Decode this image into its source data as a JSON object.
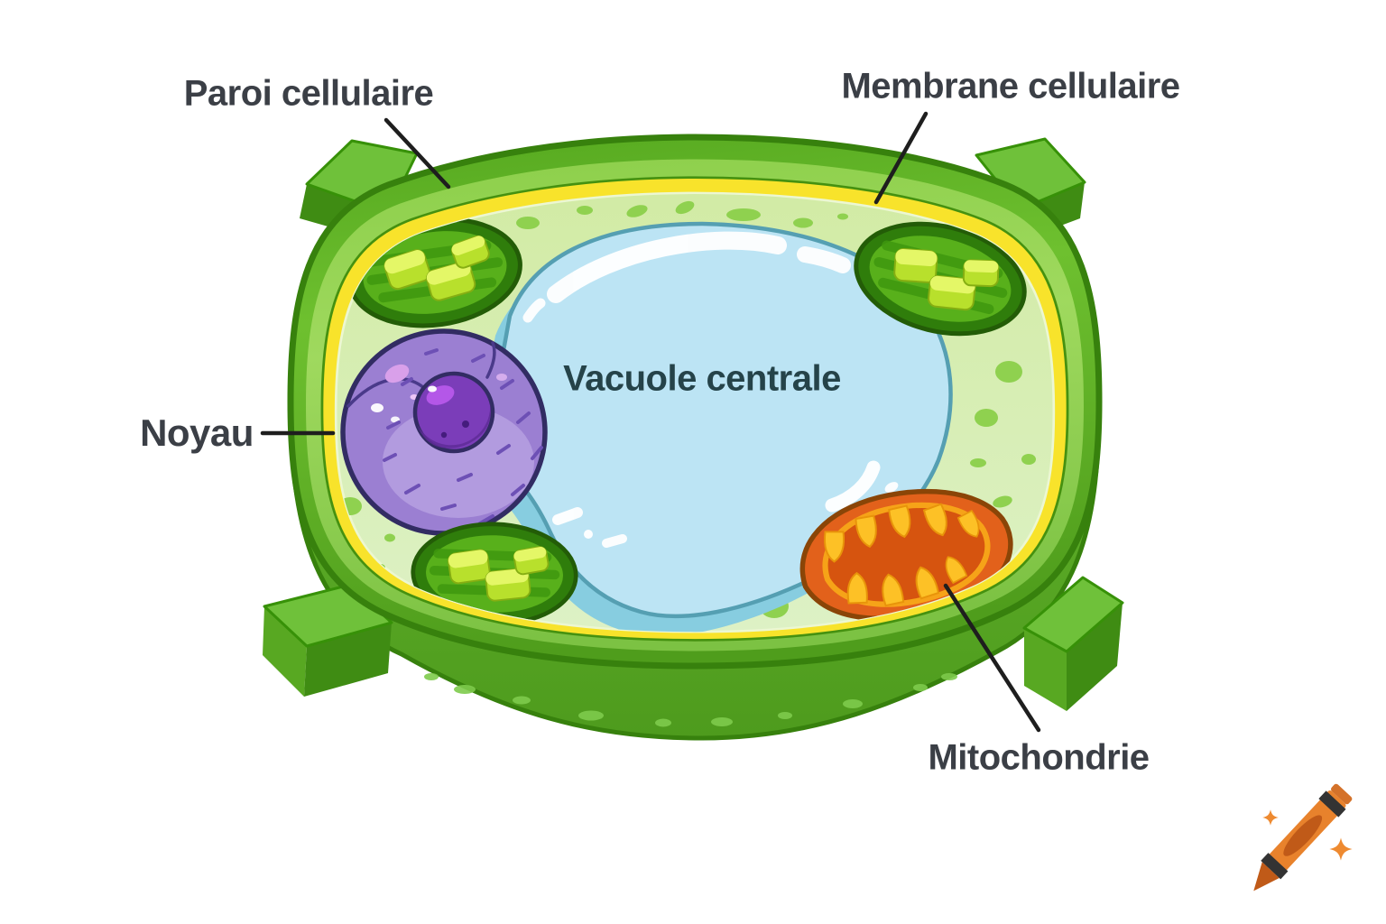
{
  "diagram": {
    "subject": "plant-cell-diagram",
    "background": "#ffffff",
    "labels": {
      "cell_wall": "Paroi cellulaire",
      "cell_membrane": "Membrane cellulaire",
      "nucleus": "Noyau",
      "central_vacuole": "Vacuole centrale",
      "mitochondrion": "Mitochondrie"
    },
    "colors": {
      "cell_wall_outer": "#68bb2d",
      "cell_wall_inner": "#9ad45c",
      "cell_membrane": "#f8e32b",
      "cytoplasm": "#d8eeb2",
      "cytoplasm_dots": "#8fd14f",
      "vacuole_fill": "#bce4f4",
      "vacuole_shadow": "#87cde0",
      "vacuole_outline": "#559fb2",
      "nucleus_fill": "#9b7fd2",
      "nucleus_inner": "#b29bdf",
      "nucleolus_fill": "#7b3db9",
      "chloroplast_rim": "#2f7d0b",
      "chloroplast_fill": "#58b01b",
      "grana_fill": "#cdea3e",
      "mitochondrion_fill": "#e2611b",
      "mitochondrion_inner": "#d6540f",
      "mitochondrion_cristae": "#fdc126",
      "label_text": "#3b3f46",
      "vacuole_label_text": "#254349",
      "leader_line": "#1e1e1e"
    },
    "watermark": {
      "icon": "crayon-icon",
      "crayon_color": "#e8822c",
      "sparkle_color": "#ee8a30",
      "sparkle_count": 2
    }
  }
}
